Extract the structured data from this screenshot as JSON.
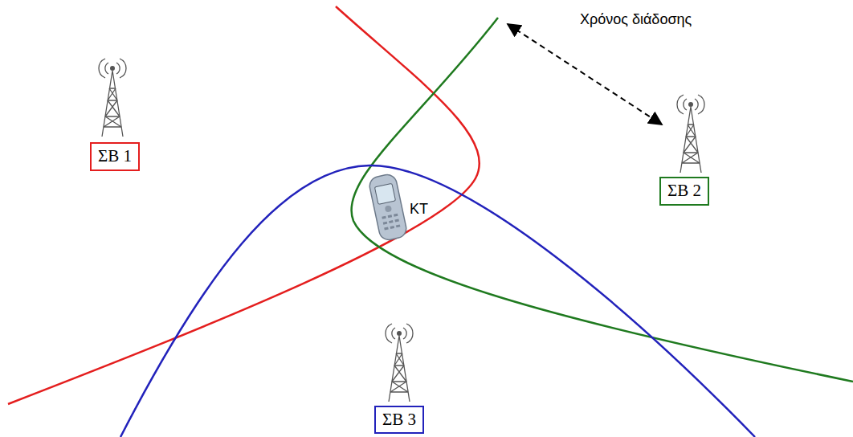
{
  "diagram": {
    "nodes": [
      {
        "text": [
          "ΣΒ 1"
        ]
      },
      {
        "text": [
          "ΣΒ 2"
        ]
      },
      {
        "text": [
          "ΣΒ 3"
        ]
      }
    ],
    "labels": [
      "ΚΤ",
      "Χρόνος διάδοσης"
    ]
  }
}
